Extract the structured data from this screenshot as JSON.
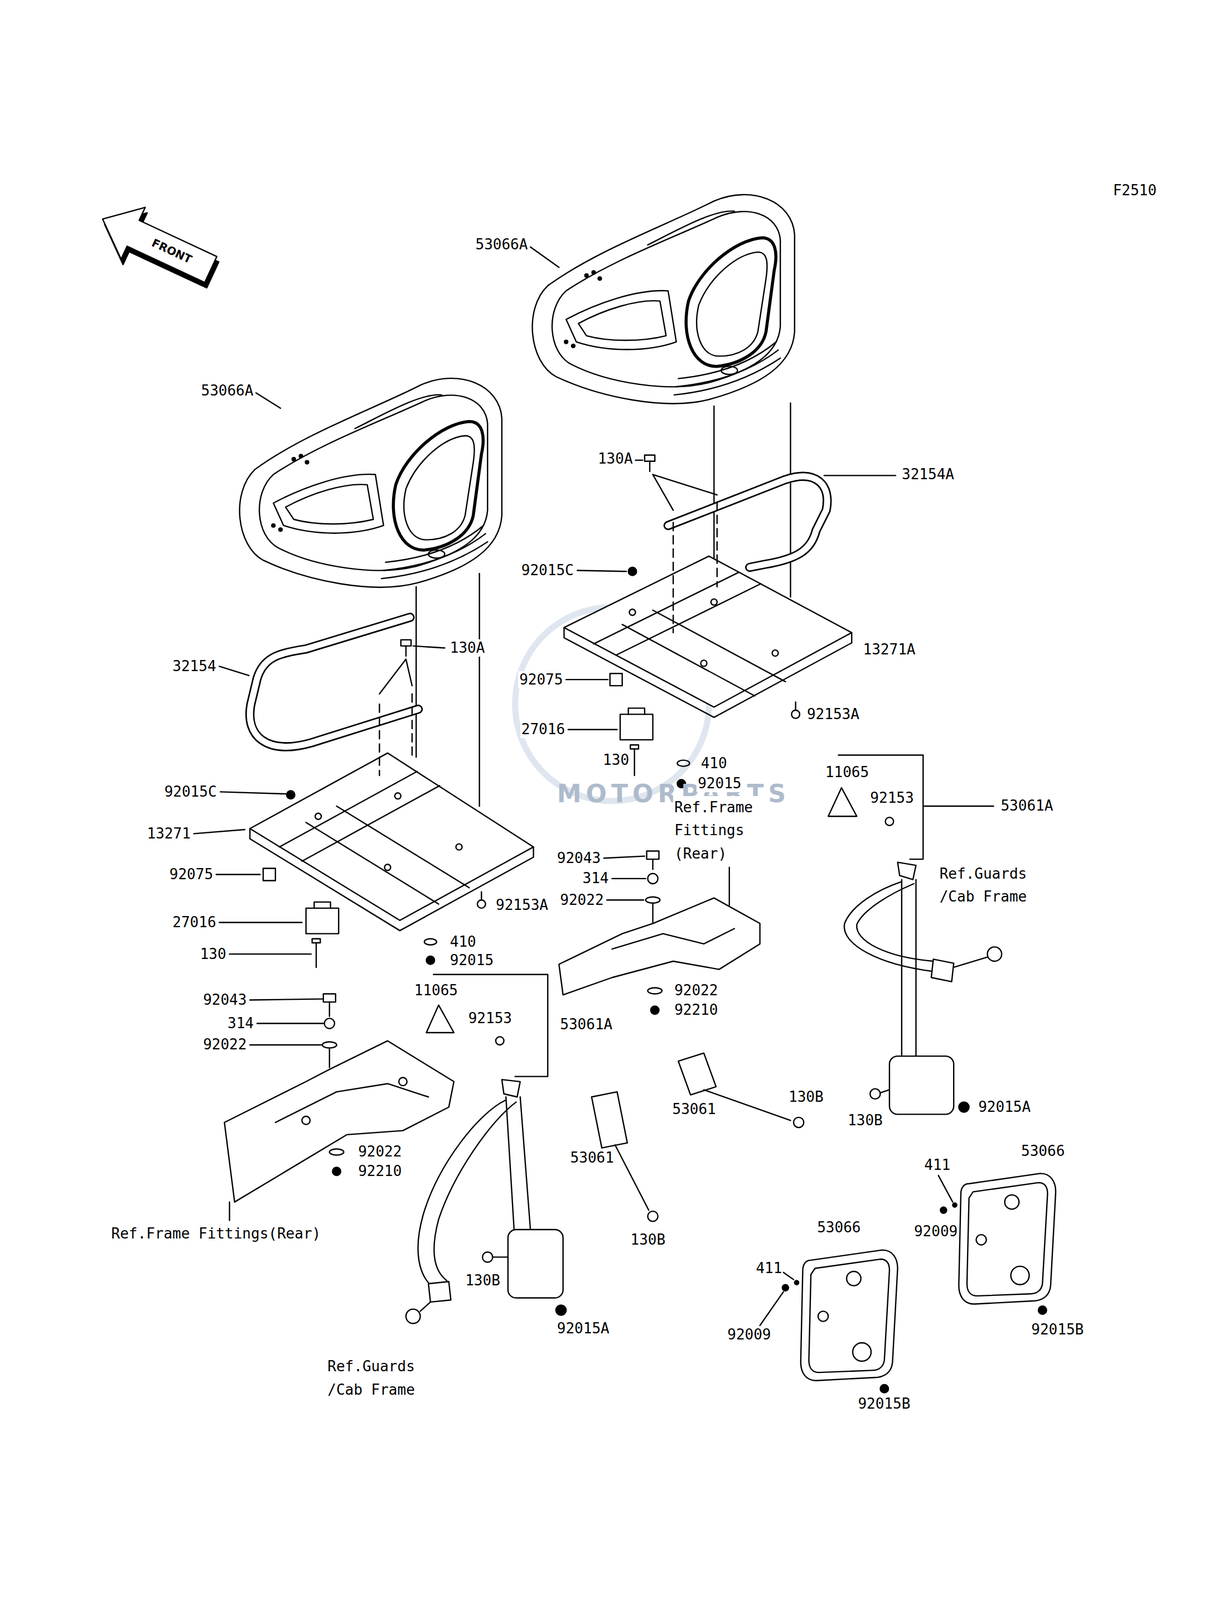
{
  "diagram": {
    "labels": [
      "F2510",
      "FRONT",
      "53066A",
      "53066A",
      "130A",
      "32154A",
      "92015C",
      "130A",
      "13271A",
      "32154",
      "92075",
      "92153A",
      "27016",
      "130",
      "410",
      "11065",
      "92015",
      "92015C",
      "Ref.Frame Fittings (Rear)",
      "92153",
      "53061A",
      "13271",
      "92043",
      "Ref.Guards /Cab Frame",
      "92075",
      "314",
      "92022",
      "92153A",
      "27016",
      "410",
      "130",
      "92015",
      "92022",
      "11065",
      "92043",
      "92210",
      "92153",
      "314",
      "53061A",
      "92022",
      "130B",
      "92015A",
      "53061",
      "130B",
      "92022",
      "53061",
      "53066",
      "411",
      "92210",
      "53066",
      "92009",
      "Ref.Frame Fittings(Rear)",
      "130B",
      "411",
      "130B",
      "92015A",
      "92015B",
      "92009",
      "Ref.Guards /Cab Frame",
      "92015B",
      "MOTORPARTS"
    ]
  }
}
